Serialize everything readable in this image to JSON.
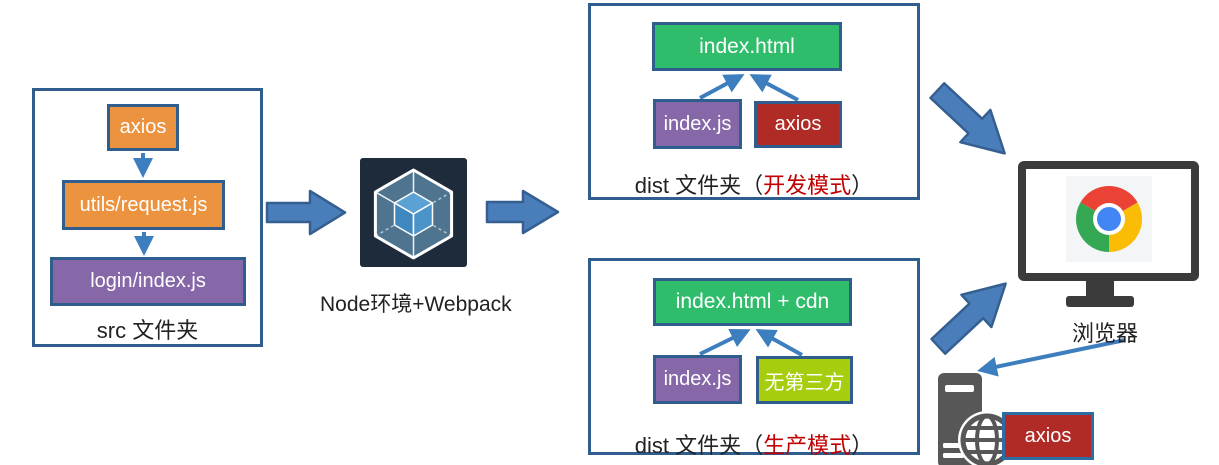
{
  "colors": {
    "border_blue": "#2e5d8e",
    "arrow_blue": "#4a7ebb",
    "thin_arrow_blue": "#3d7ebf",
    "orange": "#ec9340",
    "purple": "#8667a8",
    "green": "#2fbd6c",
    "dark_red": "#b02b26",
    "lime": "#a6ce0e",
    "red_caption": "#c00000",
    "webpack_bg": "#1d2b3a",
    "monitor_dark": "#3b3b3b"
  },
  "src_box": {
    "caption": "src 文件夹",
    "nodes": [
      {
        "label": "axios"
      },
      {
        "label": "utils/request.js"
      },
      {
        "label": "login/index.js"
      }
    ]
  },
  "webpack": {
    "caption": "Node环境+Webpack"
  },
  "dist_dev": {
    "caption_prefix": "dist 文件夹（",
    "mode": "开发模式",
    "caption_suffix": "）",
    "output": {
      "label": "index.html"
    },
    "children": [
      {
        "label": "index.js"
      },
      {
        "label": "axios"
      }
    ]
  },
  "dist_prod": {
    "caption_prefix": "dist 文件夹（",
    "mode": "生产模式",
    "caption_suffix": "）",
    "output": {
      "label": "index.html + cdn"
    },
    "children": [
      {
        "label": "index.js"
      },
      {
        "label": "无第三方"
      }
    ]
  },
  "browser": {
    "caption": "浏览器"
  },
  "server": {
    "box": {
      "label": "axios"
    }
  }
}
